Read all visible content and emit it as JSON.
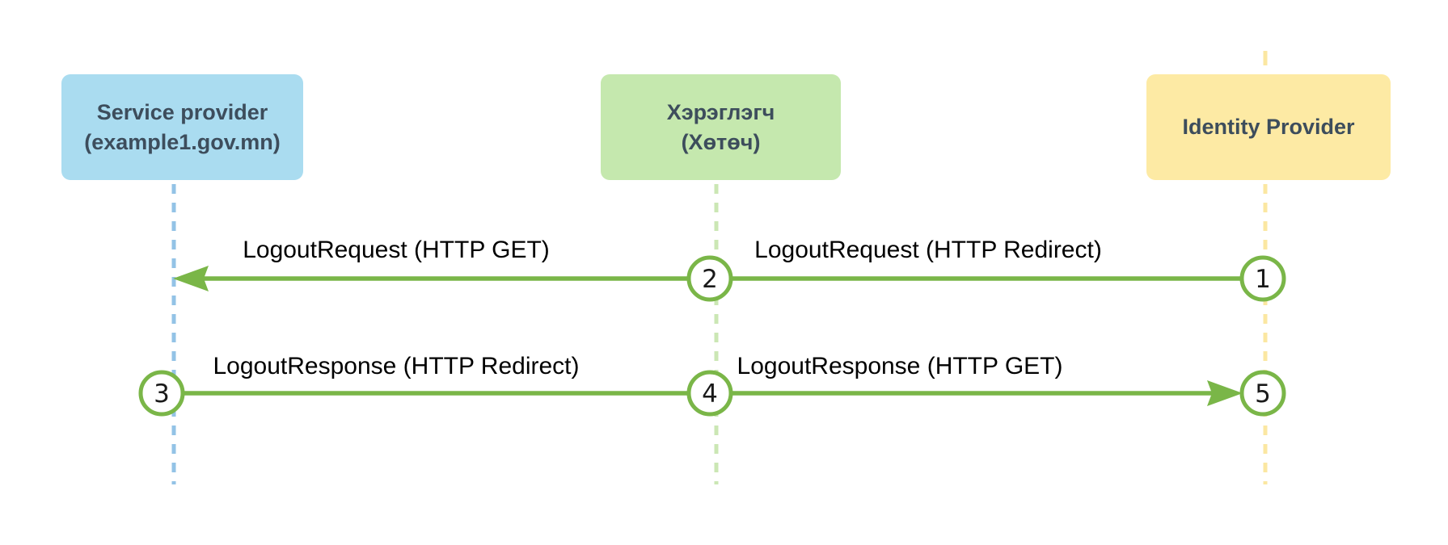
{
  "diagram_type": "sequence-diagram",
  "colors": {
    "sp_fill": "#aadcf0",
    "browser_fill": "#c5e8ae",
    "idp_fill": "#fdeaa4",
    "sp_lifeline": "#93c3e6",
    "browser_lifeline": "#cbe7b4",
    "idp_lifeline": "#fbe7a2",
    "arrow": "#7ab648",
    "node_fill": "#ffffff",
    "node_number_text": "#1a1a1a",
    "actor_text": "#3d4d5c",
    "label_text": "#000000"
  },
  "actors": [
    {
      "name": "service-provider",
      "lines": [
        "Service provider",
        "(example1.gov.mn)"
      ]
    },
    {
      "name": "user-browser",
      "lines": [
        "Хэрэглэгч",
        "(Хөтөч)"
      ]
    },
    {
      "name": "identity-provider",
      "lines": [
        "Identity Provider"
      ]
    }
  ],
  "messages": [
    {
      "label": "LogoutRequest (HTTP GET)",
      "from": "user-browser",
      "to": "service-provider",
      "step_marker": "2"
    },
    {
      "label": "LogoutRequest (HTTP Redirect)",
      "from": "identity-provider",
      "to": "user-browser",
      "step_marker": "1"
    },
    {
      "label": "LogoutResponse (HTTP Redirect)",
      "from": "service-provider",
      "to": "user-browser",
      "step_marker": "3"
    },
    {
      "label": "LogoutResponse (HTTP GET)",
      "from": "user-browser",
      "to": "identity-provider",
      "step_marker": "5"
    }
  ],
  "steps": [
    "1",
    "2",
    "3",
    "4",
    "5"
  ]
}
